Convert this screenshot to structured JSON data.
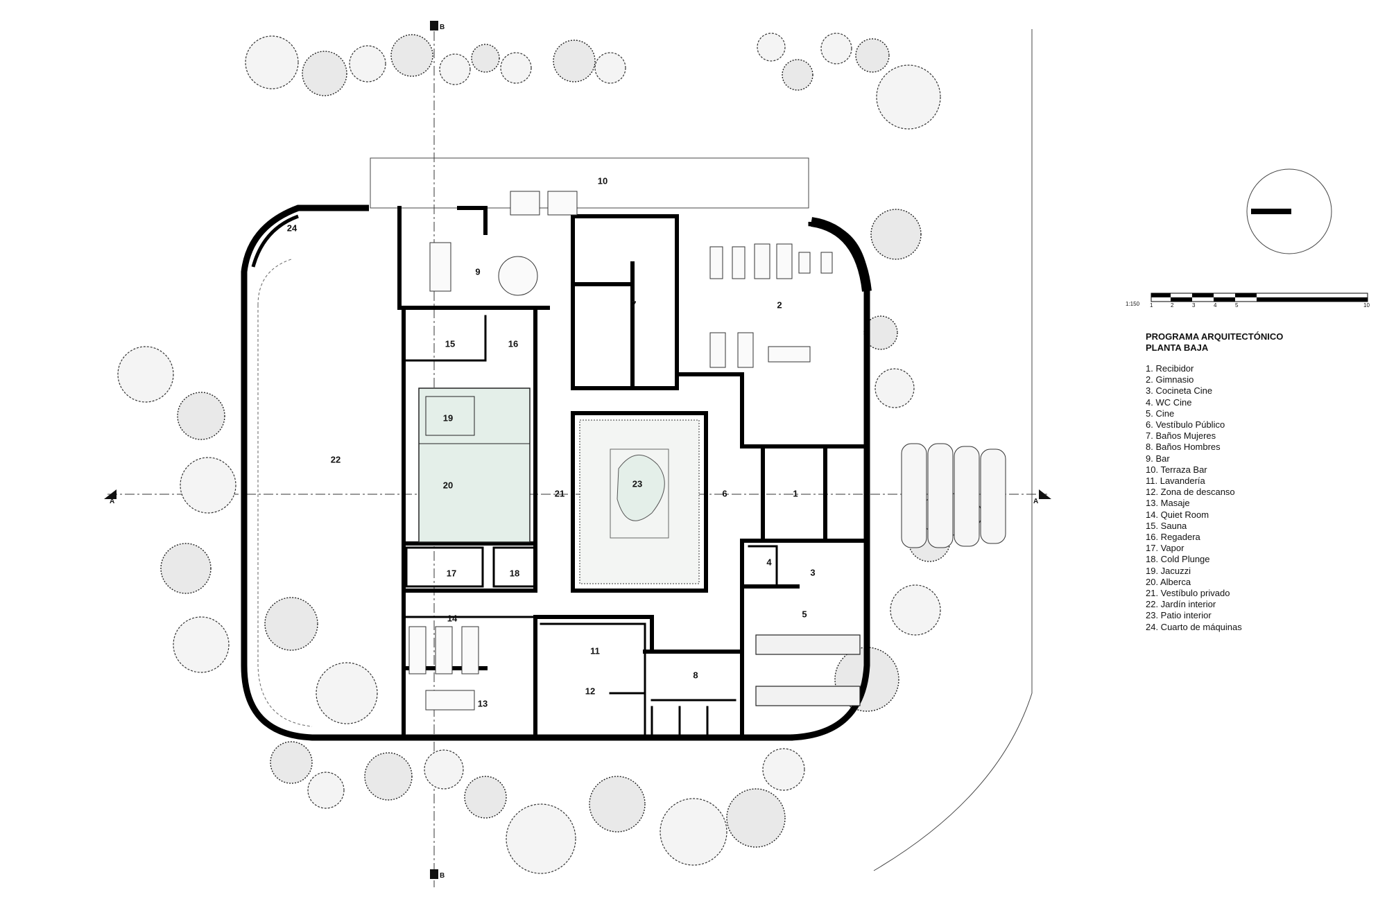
{
  "rooms": [
    {
      "num": "2"
    },
    {
      "num": "3"
    },
    {
      "num": "4"
    },
    {
      "num": "5"
    },
    {
      "num": "1"
    },
    {
      "num": "6"
    },
    {
      "num": "7"
    },
    {
      "num": "8"
    },
    {
      "num": "9"
    },
    {
      "num": "10"
    },
    {
      "num": "11"
    },
    {
      "num": "12"
    },
    {
      "num": "13"
    },
    {
      "num": "14"
    },
    {
      "num": "15"
    },
    {
      "num": "16"
    },
    {
      "num": "17"
    },
    {
      "num": "18"
    },
    {
      "num": "19"
    },
    {
      "num": "20"
    },
    {
      "num": "21"
    },
    {
      "num": "22"
    },
    {
      "num": "23"
    },
    {
      "num": "24"
    }
  ],
  "section_markers": {
    "a": "A",
    "b": "B"
  },
  "scale": {
    "label": "1:150",
    "ticks": [
      "1",
      "2",
      "3",
      "4",
      "5",
      "10"
    ]
  },
  "legend": {
    "title_line1": "PROGRAMA ARQUITECTÓNICO",
    "title_line2": "PLANTA BAJA",
    "items": [
      "1. Recibidor",
      "2. Gimnasio",
      "3. Cocineta Cine",
      "4. WC Cine",
      "5. Cine",
      "6. Vestíbulo Público",
      "7. Baños Mujeres",
      "8. Baños Hombres",
      "9. Bar",
      "10. Terraza Bar",
      "11. Lavandería",
      "12. Zona de descanso",
      "13. Masaje",
      "14. Quiet Room",
      "15. Sauna",
      "16. Regadera",
      "17. Vapor",
      "18. Cold Plunge",
      "19. Jacuzzi",
      "20. Alberca",
      "21. Vestíbulo privado",
      "22. Jardín interior",
      "23. Patio interior",
      "24. Cuarto de máquinas"
    ]
  },
  "colors": {
    "wall": "#000000",
    "water": "#e4efe9",
    "garden_line": "#444444"
  }
}
